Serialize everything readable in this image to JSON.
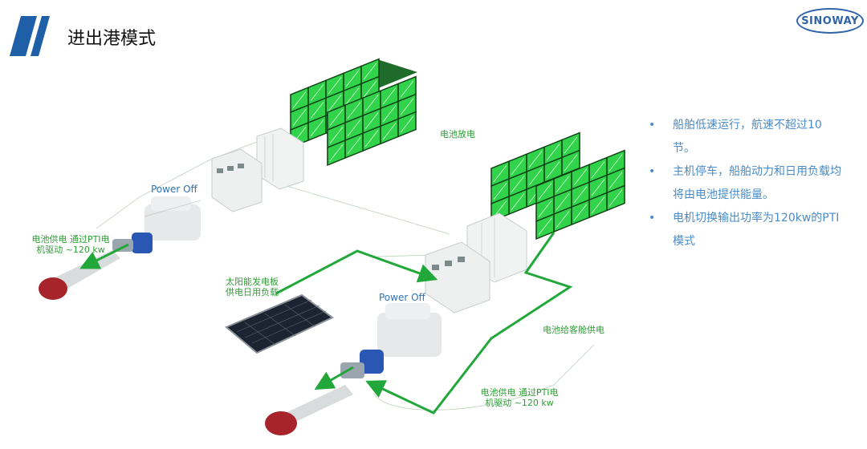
{
  "header": {
    "title": "进出港模式",
    "logo_icon": "slash-stripes-logo-icon"
  },
  "brand": {
    "name": "SINOWAY",
    "color": "#2f63a8"
  },
  "labels": {
    "battery_discharge": "电池放电",
    "power_off_left": "Power Off",
    "power_off_right": "Power Off",
    "pti_left_line1": "电池供电 通过PTI电",
    "pti_left_line2": "机驱动 ~120 kw",
    "solar_line1": "太阳能发电板",
    "solar_line2": "供电日用负载",
    "cabin_supply": "电池给客舱供电",
    "pti_right_line1": "电池供电 通过PTI电",
    "pti_right_line2": "机驱动 ~120 kw"
  },
  "notes": [
    {
      "bullet": "•",
      "text": "船舶低速运行，航速不超过10节。"
    },
    {
      "bullet": "•",
      "text": "主机停车，船舶动力和日用负载均将由电池提供能量。"
    },
    {
      "bullet": "•",
      "text": "电机切换输出功率为120kw的PTI模式"
    }
  ],
  "colors": {
    "battery_green": "#2ecc40",
    "line_green": "#22a83a",
    "label_green": "#2e9e35",
    "label_blue": "#2c74b8",
    "notes_blue": "#4a8cc8",
    "title_stripe": "#1e5fa8"
  }
}
